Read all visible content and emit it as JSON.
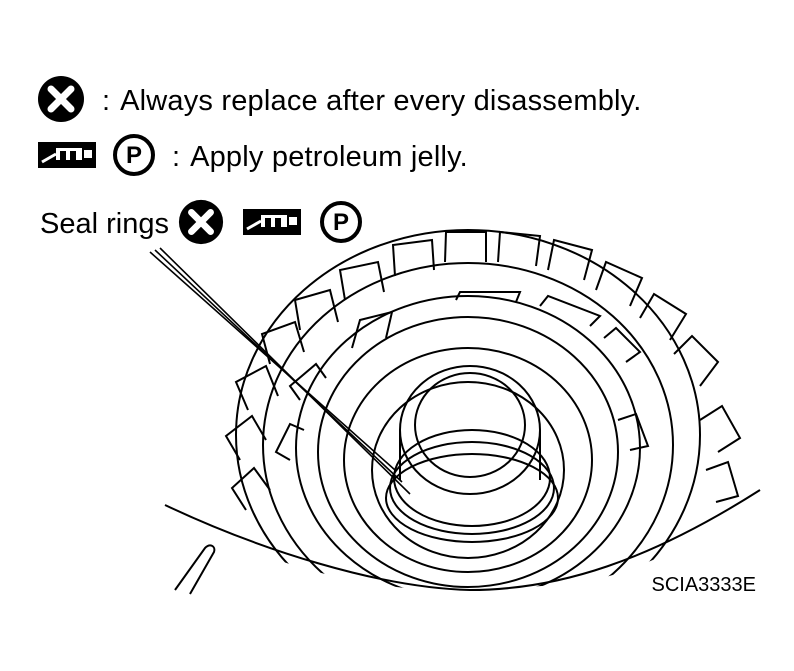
{
  "legend": {
    "replace_text": "Always replace after every disassembly.",
    "jelly_text": "Apply petroleum jelly.",
    "separator": ":",
    "jelly_icon_letter": "P"
  },
  "callout": {
    "label": "Seal rings"
  },
  "figure_code": "SCIA3333E",
  "icons": [
    "x-circle-icon",
    "petroleum-jelly-applicator-icon",
    "p-circle-icon"
  ]
}
